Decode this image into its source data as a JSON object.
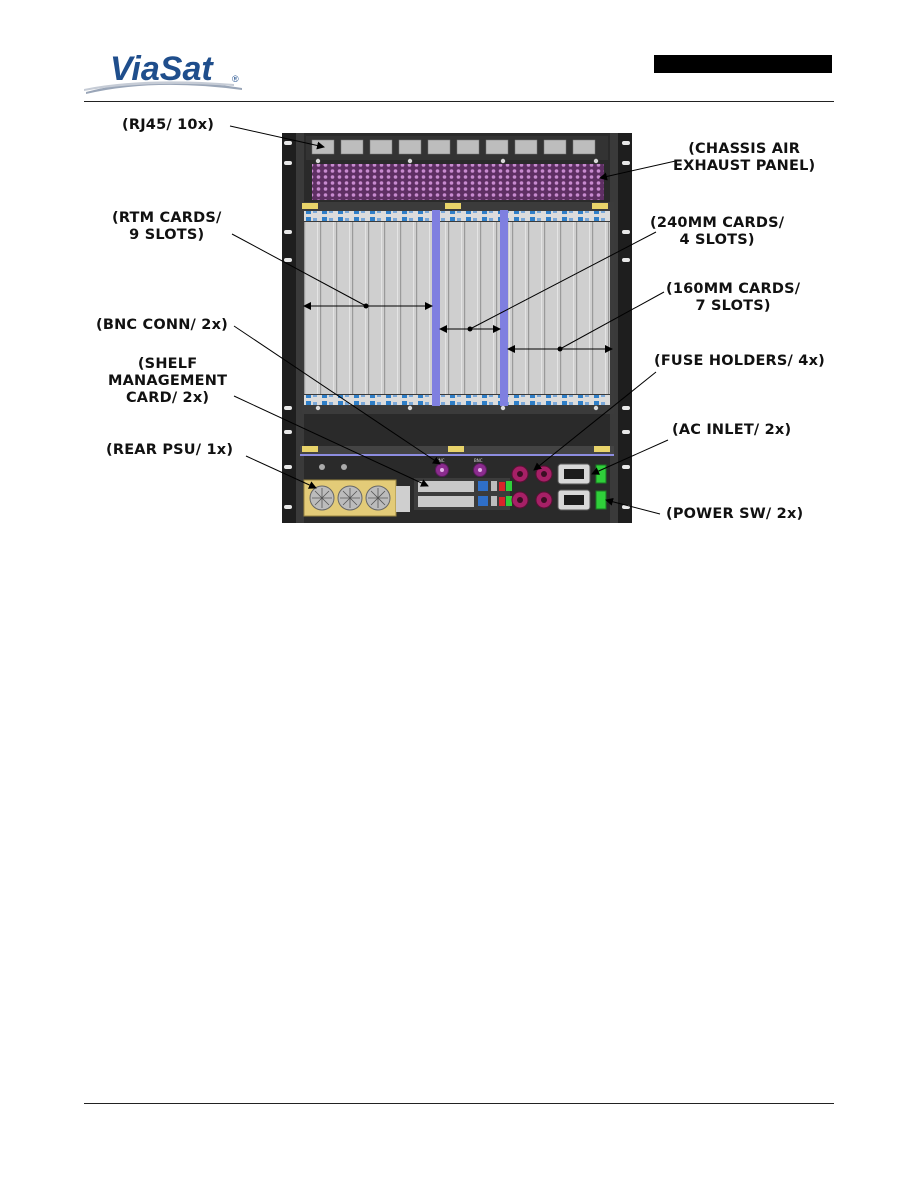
{
  "header": {
    "logo_text": "ViaSat",
    "logo_mark": "®"
  },
  "callouts": {
    "rj45": "(RJ45/ 10x)",
    "air_exhaust": "(CHASSIS AIR\nEXHAUST PANEL)",
    "rtm_cards": "(RTM CARDS/\n9 SLOTS)",
    "cards_240mm": "(240MM CARDS/\n4 SLOTS)",
    "cards_160mm": "(160MM CARDS/\n7 SLOTS)",
    "bnc_conn": "(BNC CONN/ 2x)",
    "shelf_mgmt": "(SHELF\nMANAGEMENT\nCARD/ 2x)",
    "fuse_holders": "(FUSE HOLDERS/ 4x)",
    "rear_psu": "(REAR PSU/ 1x)",
    "ac_inlet": "(AC INLET/ 2x)",
    "power_sw": "(POWER SW/ 2x)"
  },
  "colors": {
    "chassis": "#2a2a2a",
    "exhaust_panel": "#6b3a6e",
    "exhaust_holes": "#b77bbd",
    "card_gray": "#c9c9c9",
    "divider_blue": "#7f7fe0",
    "psu_yellow": "#e6cf7a",
    "power_switch_green": "#2fcf3a",
    "fuse_magenta": "#b0236e"
  }
}
